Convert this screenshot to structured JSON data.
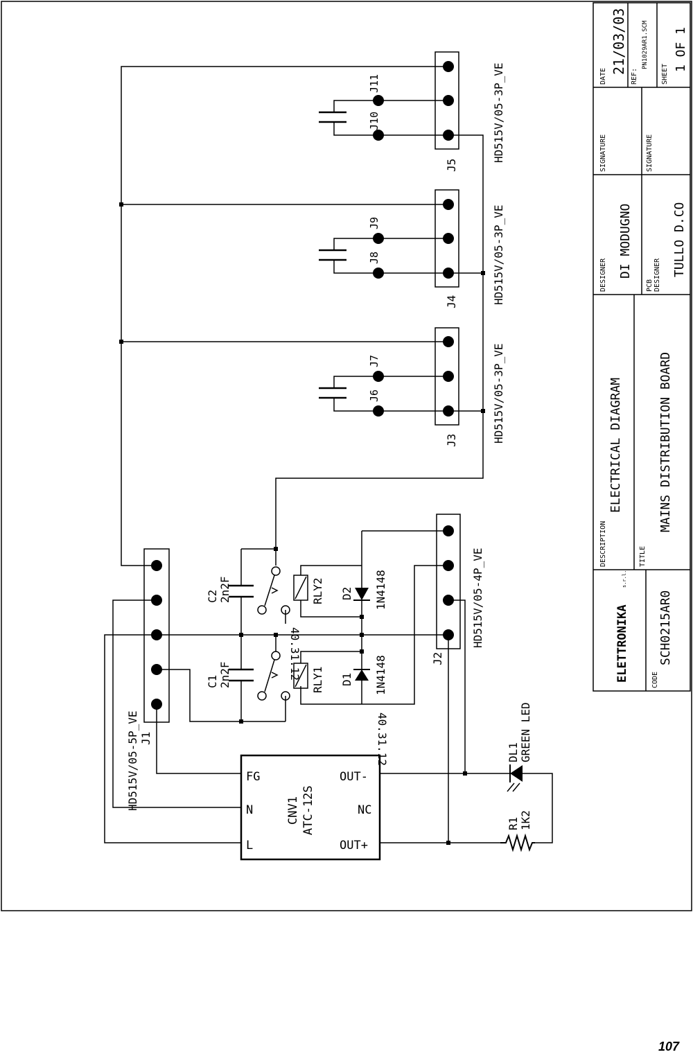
{
  "page_number": "107",
  "title_block": {
    "date_label": "DATE",
    "date": "21/03/03",
    "ref_label": "REF:",
    "ref": "PN1029AR1.SCM",
    "sheet_label": "SHEET",
    "sheet": "1 OF 1",
    "signature_label": "SIGNATURE",
    "signature2_label": "SIGNATURE",
    "designer_label": "DESIGNER",
    "designer": "DI MODUGNO",
    "pcb_label": "PCB",
    "pcb_designer_label": "DESIGNER",
    "pcb_designer": "TULLO D.CO",
    "description_label": "DESCRIPTION",
    "description": "ELECTRICAL DIAGRAM",
    "title_label": "TITLE",
    "title": "MAINS DISTRIBUTION BOARD",
    "code_label": "CODE",
    "code": "SCH0215AR0",
    "logo": "ELETTRONIKA",
    "logo_suffix": "s.r.l."
  },
  "components": {
    "j1_ref": "J1",
    "j1_part": "HD515V/05-5P_VE",
    "j2_ref": "J2",
    "j2_part": "HD515V/05-4P_VE",
    "j3_ref": "J3",
    "j3_part": "HD515V/05-3P_VE",
    "j4_ref": "J4",
    "j4_part": "HD515V/05-3P_VE",
    "j5_ref": "J5",
    "j5_part": "HD515V/05-3P_VE",
    "j6": "J6",
    "j7": "J7",
    "j8": "J8",
    "j9": "J9",
    "j10": "J10",
    "j11": "J11",
    "c1_ref": "C1",
    "c1_val": "2n2F",
    "c2_ref": "C2",
    "c2_val": "2n2F",
    "rly1_ref": "RLY1",
    "rly1_part": "40.31.12",
    "rly2_ref": "RLY2",
    "rly2_part": "40.31.12",
    "d1_ref": "D1",
    "d1_part": "1N4148",
    "d2_ref": "D2",
    "d2_part": "1N4148",
    "dl1_ref": "DL1",
    "dl1_part": "GREEN LED",
    "r1_ref": "R1",
    "r1_val": "1K2",
    "cnv1_ref": "CNV1",
    "cnv1_part": "ATC-12S",
    "cnv_fg": "FG",
    "cnv_n": "N",
    "cnv_l": "L",
    "cnv_out_minus": "OUT-",
    "cnv_nc": "NC",
    "cnv_out_plus": "OUT+"
  }
}
